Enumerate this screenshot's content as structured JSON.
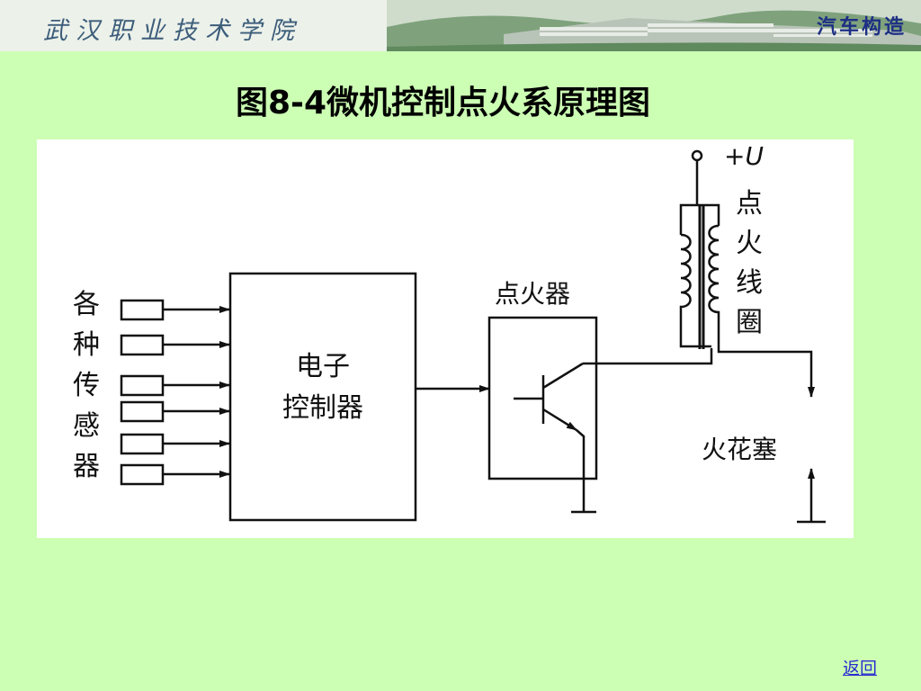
{
  "header": {
    "school_name": "武汉职业技术学院",
    "course_title": "汽车构造"
  },
  "slide": {
    "title": "图8-4微机控制点火系原理图"
  },
  "diagram": {
    "sensor_label_chars": [
      "各",
      "种",
      "传",
      "感",
      "器"
    ],
    "controller_line1": "电子",
    "controller_line2": "控制器",
    "igniter_label": "点火器",
    "supply_label": "+U",
    "coil_label_chars": [
      "点",
      "火",
      "线",
      "圈"
    ],
    "spark_plug_label": "火花塞"
  },
  "nav": {
    "back_label": "返回"
  }
}
